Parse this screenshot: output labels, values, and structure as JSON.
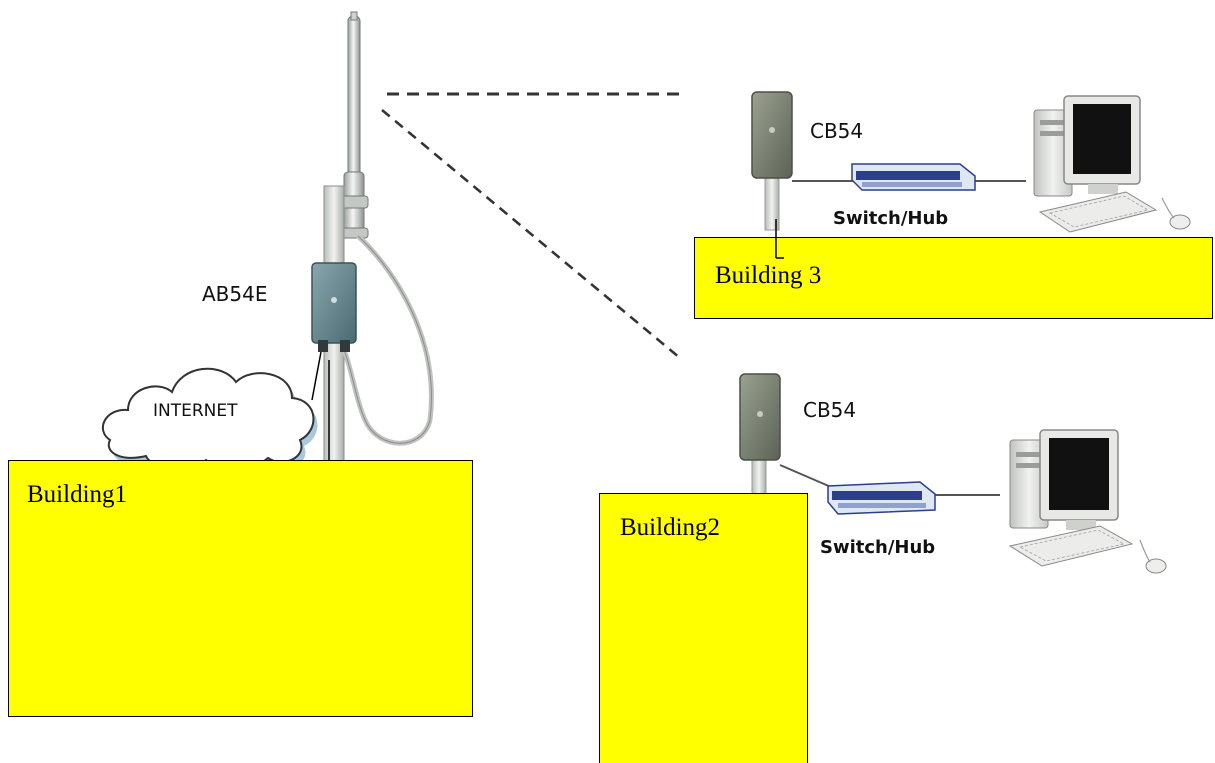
{
  "colors": {
    "building_fill": "#ffff00",
    "cloud_shadow": "#a9c8dd",
    "device_casing": "#6e7466",
    "ab54e_casing": "#5a7a80",
    "switch_body": "#dfe7f2",
    "switch_accent": "#2c3f8c",
    "monitor_screen": "#111111"
  },
  "devices": {
    "ab54e_label": "AB54E",
    "cb54_top_label": "CB54",
    "cb54_bottom_label": "CB54",
    "internet_label": "INTERNET",
    "switch_top_label": "Switch/Hub",
    "switch_bottom_label": "Switch/Hub"
  },
  "buildings": {
    "building1": "Building1",
    "building2": "Building2",
    "building3": "Building 3"
  },
  "icons": [
    "antenna-icon",
    "access-point-icon",
    "cloud-icon",
    "switch-icon",
    "computer-icon",
    "keyboard-icon",
    "mouse-icon"
  ]
}
